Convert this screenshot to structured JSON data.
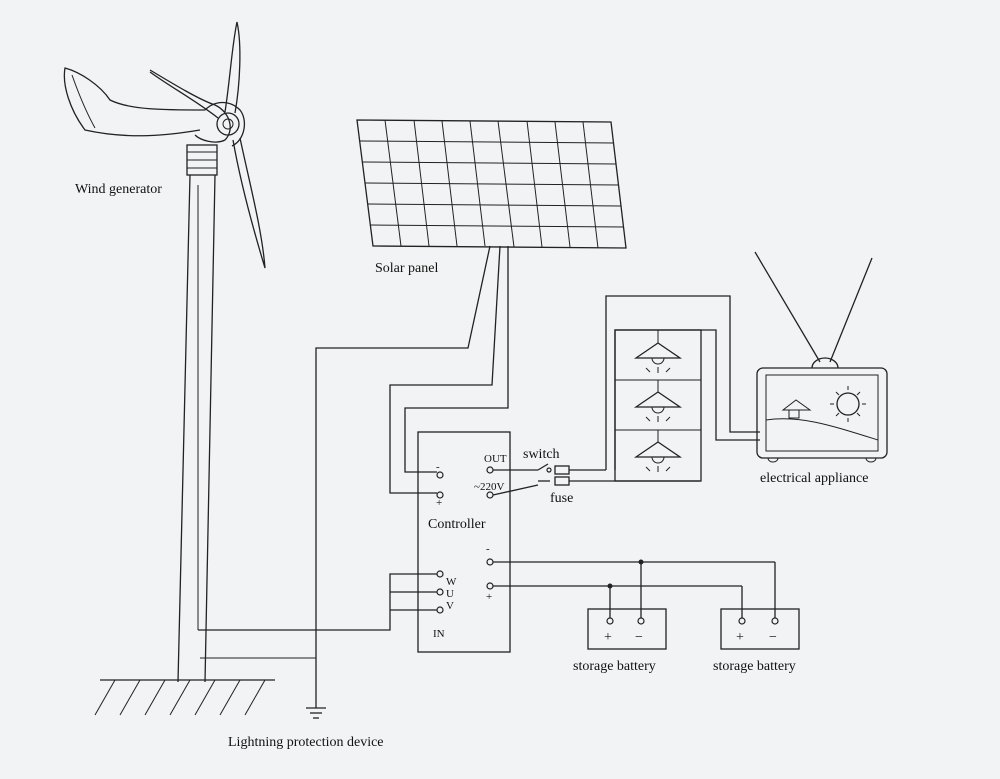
{
  "labels": {
    "wind_generator": "Wind generator",
    "solar_panel": "Solar panel",
    "controller": "Controller",
    "out": "OUT",
    "ac": "~220V",
    "in": "IN",
    "switch": "switch",
    "fuse": "fuse",
    "minus": "-",
    "plus": "+",
    "phase_w": "W",
    "phase_u": "U",
    "phase_v": "V",
    "electrical_appliance": "electrical appliance",
    "storage_battery_1": "storage battery",
    "storage_battery_2": "storage battery",
    "battery_plus": "+",
    "battery_minus": "−",
    "lightning_protection": "Lightning protection device"
  },
  "colors": {
    "line": "#222222",
    "background": "#f2f3f4"
  }
}
